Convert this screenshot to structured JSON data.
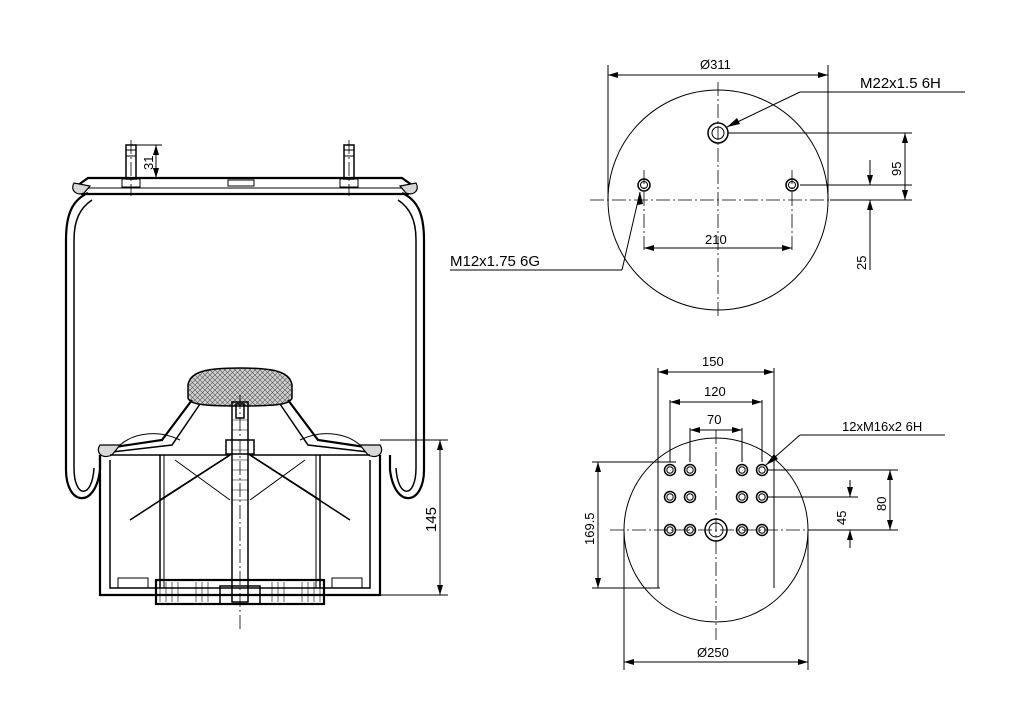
{
  "top_view": {
    "diameter": "Ø311",
    "port_thread": "M22x1.5 6H",
    "stud_thread": "M12x1.75 6G",
    "stud_spacing": "210",
    "port_offset": "95",
    "stud_offset": "25"
  },
  "bottom_view": {
    "diameter": "Ø250",
    "hole_thread": "12xM16x2 6H",
    "width_outer": "150",
    "width_middle": "120",
    "width_inner": "70",
    "height_total": "169.5",
    "offset_upper": "80",
    "offset_lower": "45"
  },
  "side_view": {
    "stud_height": "31",
    "piston_height": "145"
  }
}
